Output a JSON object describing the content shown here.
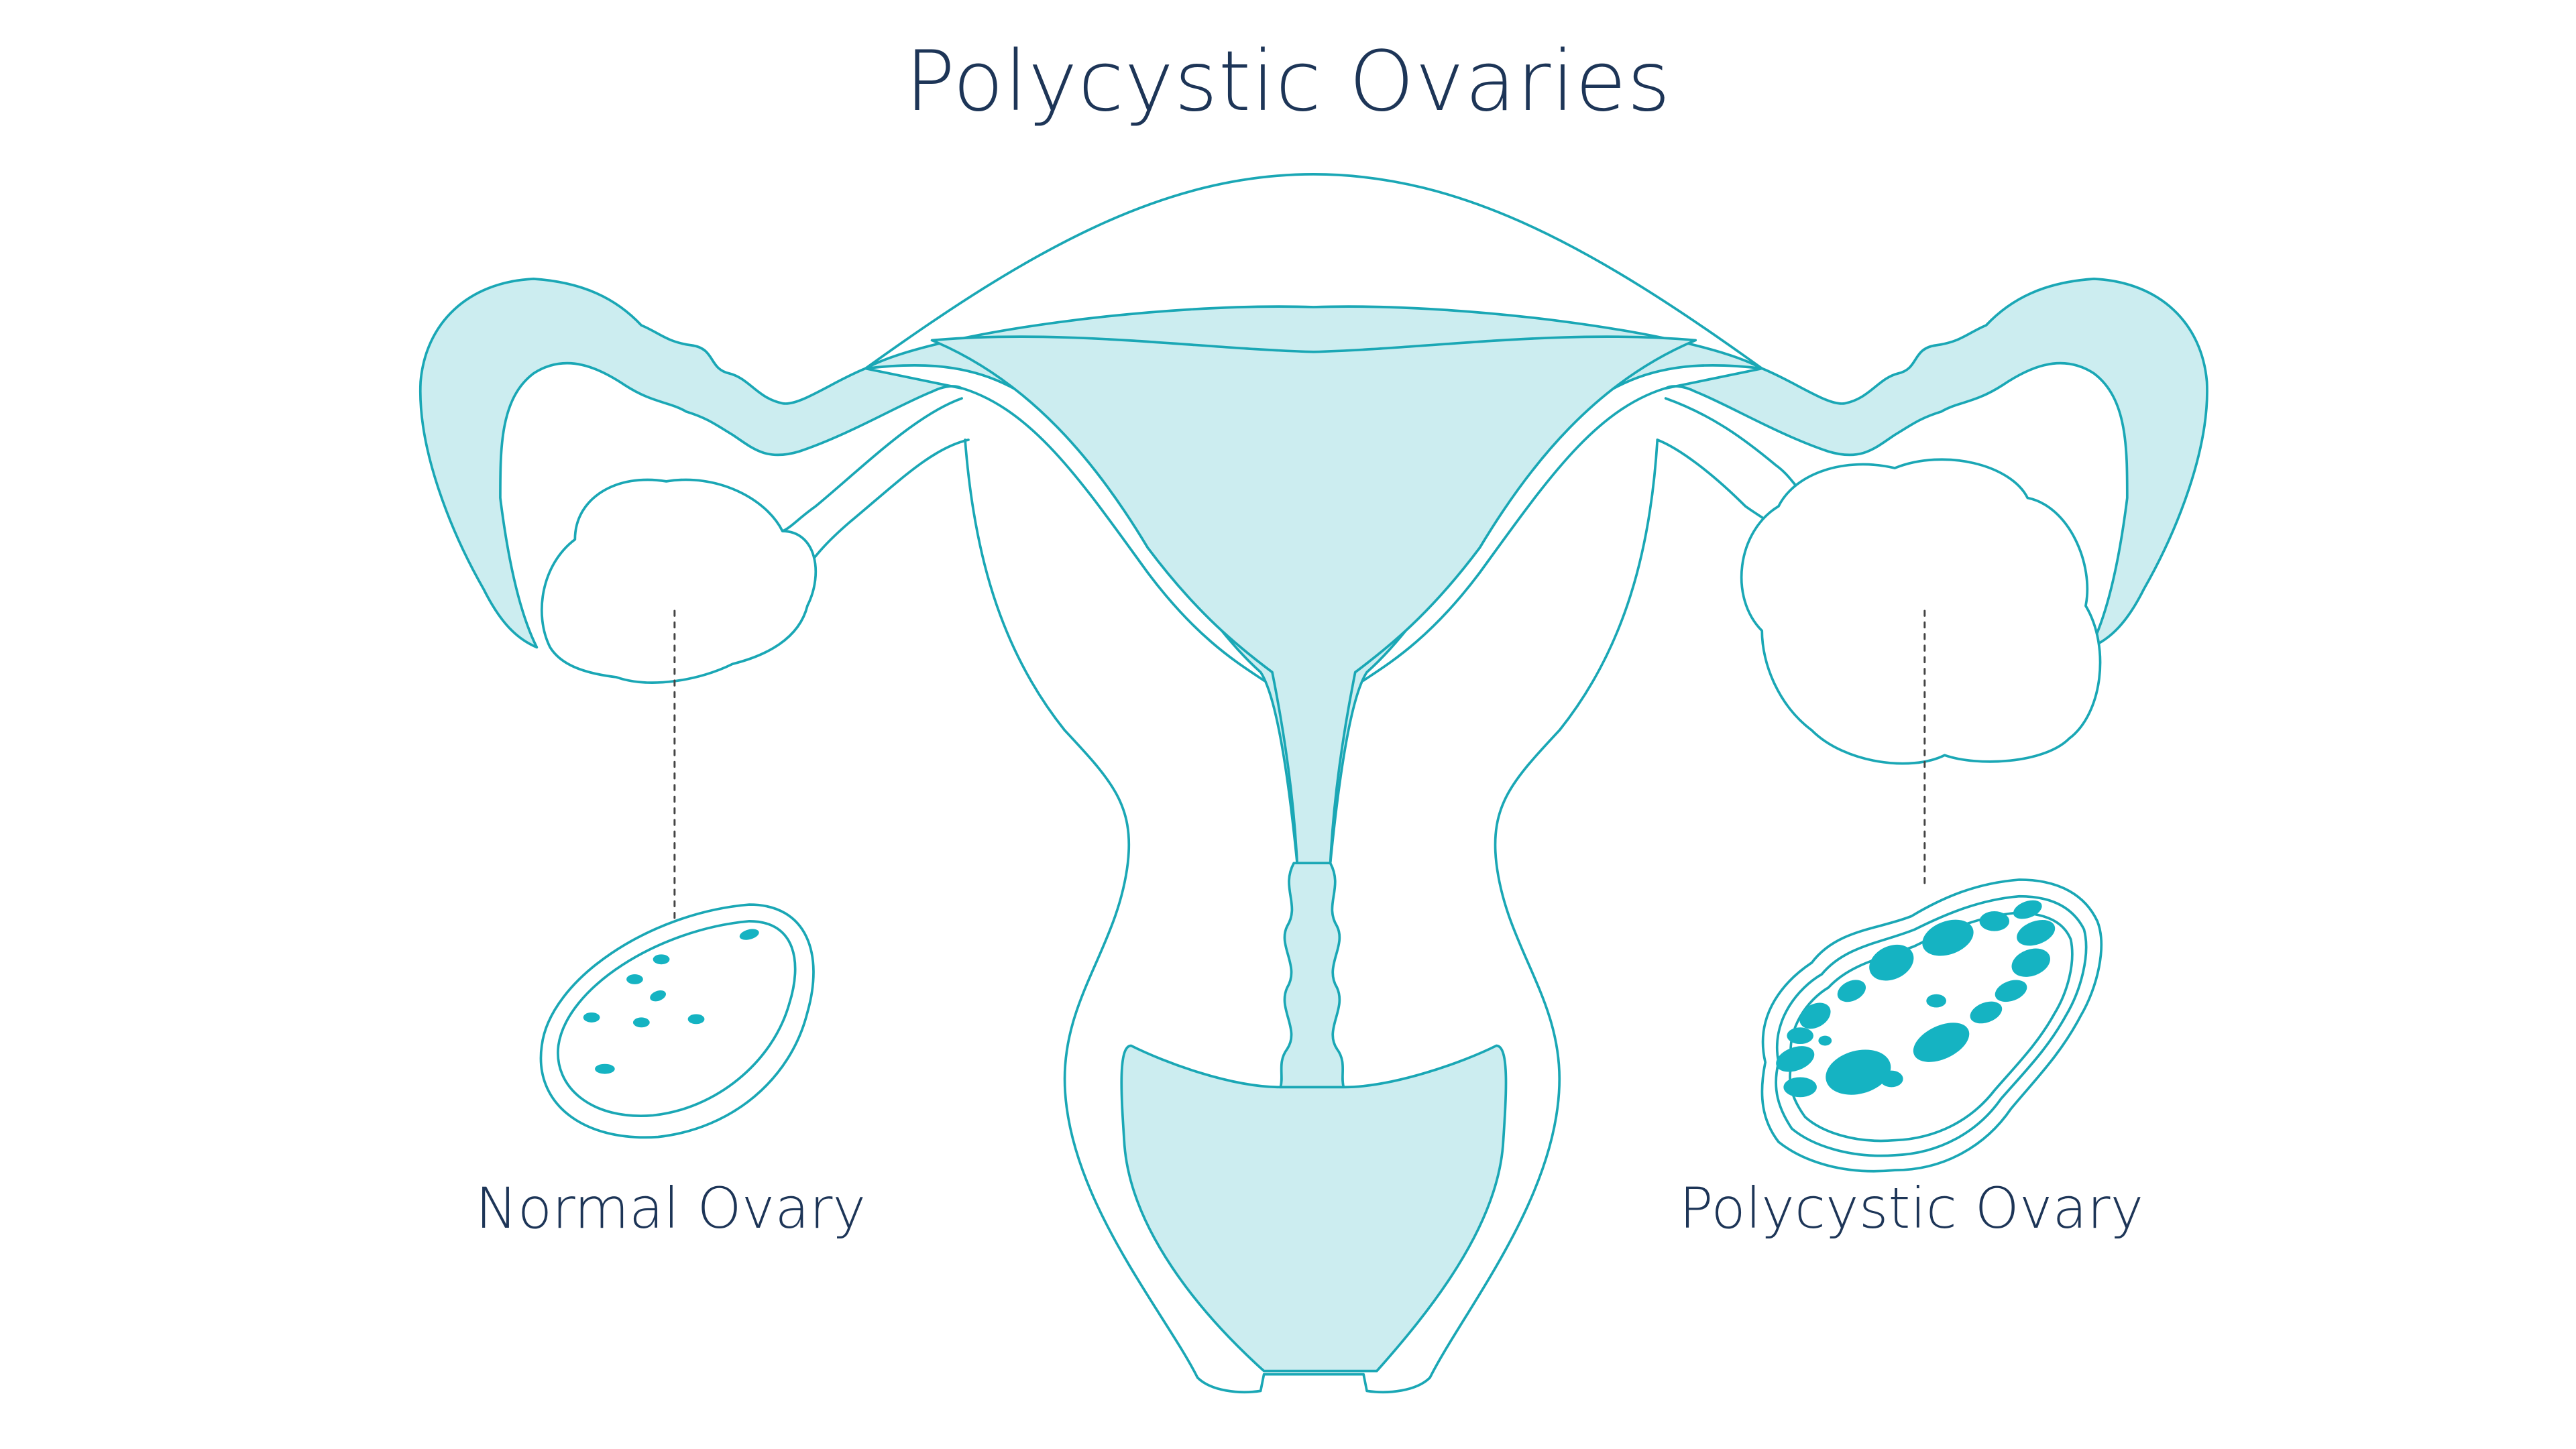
{
  "title": "Polycystic Ovaries",
  "labels": {
    "normal_ovary": "Normal Ovary",
    "polycystic_ovary": "Polycystic Ovary"
  },
  "colors": {
    "outline": "#1aa7b5",
    "fill": "#ccedf0",
    "follicle": "#15b3c2",
    "text": "#1d3557",
    "leader": "#444444",
    "background": "#ffffff"
  }
}
